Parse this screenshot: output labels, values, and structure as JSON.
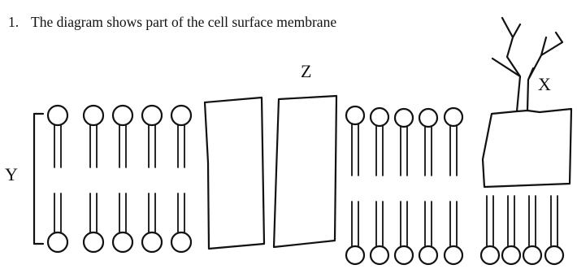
{
  "question": {
    "number": "1.",
    "text": "The diagram shows part of the cell surface membrane"
  },
  "labels": {
    "x": "X",
    "y": "Y",
    "z": "Z"
  }
}
